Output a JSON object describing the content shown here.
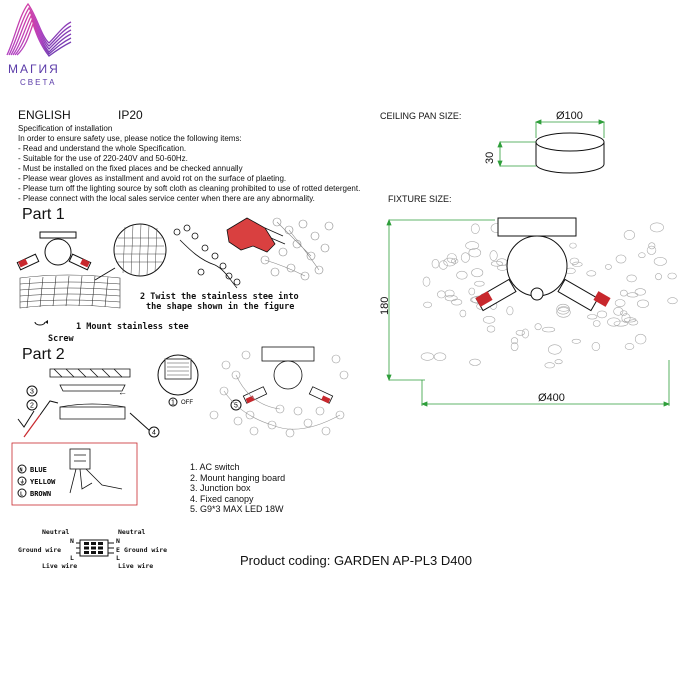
{
  "brand": {
    "name": "МАГИЯ",
    "tagline": "СВЕТА"
  },
  "header": {
    "language": "ENGLISH",
    "ip": "IP20"
  },
  "spec": {
    "title": "Specification of installation",
    "intro": "In order to ensure safety use, please notice the following items:",
    "items": [
      "- Read and understand the whole Specification.",
      "- Suitable for the use of 220-240V and 50-60Hz.",
      "- Must be installed on the fixed places and be checked annually",
      "- Please wear gloves as installment and avoid rot on the surface of plaeting.",
      "- Please turn off the lighting source by soft cloth as cleaning prohibited to use of rotted detergent.",
      "- Please connect with the local sales service center when there are any abnormality."
    ]
  },
  "part1": {
    "title": "Part 1",
    "step1": "1 Mount stainless stee",
    "screw": "Screw",
    "step2_line1": "2 Twist the stainless stee  into",
    "step2_line2": "the shape shown in the figure"
  },
  "part2": {
    "title": "Part 2",
    "off_label": "OFF",
    "callouts": [
      "1",
      "2",
      "3",
      "4",
      "5"
    ],
    "wires": {
      "n": "N",
      "l": "L",
      "blue": "BLUE",
      "yellow": "YELLOW",
      "brown": "BROWN"
    },
    "legend": [
      "1. AC switch",
      "2. Mount hanging board",
      "3. Junction box",
      "4. Fixed canopy",
      "5. G9*3 MAX LED 18W"
    ],
    "wiring": {
      "neutral": "Neutral",
      "ground": "Ground wire",
      "live": "Live wire",
      "n": "N",
      "e": "E",
      "l": "L"
    }
  },
  "ceiling_pan": {
    "label": "CEILING PAN  SIZE:",
    "diameter": "Ø100",
    "height": "30"
  },
  "fixture": {
    "label": "FIXTURE SIZE:",
    "height": "180",
    "diameter": "Ø400"
  },
  "product_coding": "Product coding: GARDEN AP-PL3 D400",
  "colors": {
    "dimension_green": "#2e9e3a",
    "bulb_red": "#c8282d",
    "logo_pink": "#e0409a",
    "logo_purple": "#5a3aa8"
  }
}
